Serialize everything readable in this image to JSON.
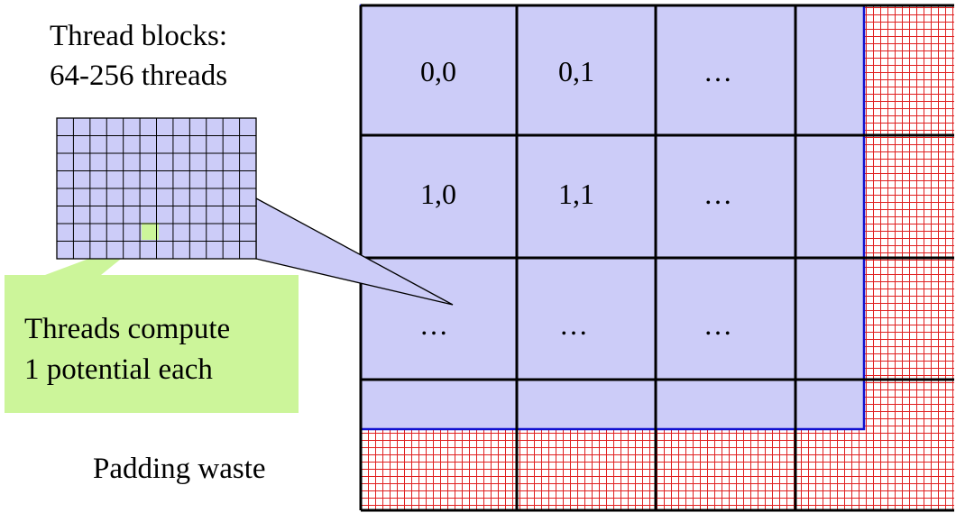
{
  "labels": {
    "thread_blocks_line1": "Thread blocks:",
    "thread_blocks_line2": "64-256 threads",
    "callout_line1": "Threads compute",
    "callout_line2": "1 potential each",
    "padding": "Padding waste"
  },
  "grid": {
    "cells": [
      [
        "0,0",
        "0,1",
        "…"
      ],
      [
        "1,0",
        "1,1",
        "…"
      ],
      [
        "…",
        "…",
        "…"
      ]
    ]
  },
  "colors": {
    "block_fill": "#ccccf8",
    "block_border": "#1010d0",
    "padding_hatch": "#e02020",
    "callout_fill": "#ccf59a",
    "highlight_thread": "#ccf59a",
    "grid_line": "#000000"
  }
}
